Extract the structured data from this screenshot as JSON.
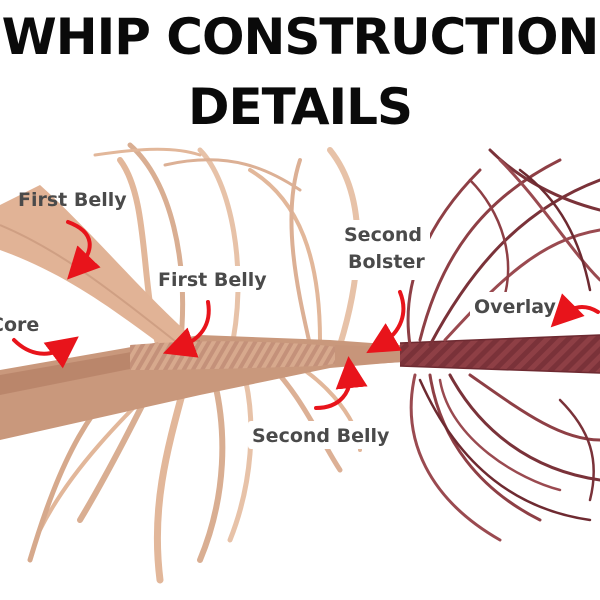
{
  "title": {
    "line1": "WHIP CONSTRUCTION",
    "line2": "DETAILS"
  },
  "labels": {
    "first_belly_top": "First Belly",
    "first_belly_mid": "First Belly",
    "core": "Core",
    "second_bolster_1": "Second",
    "second_bolster_2": "Bolster",
    "overlay": "Overlay",
    "second_belly": "Second Belly"
  },
  "colors": {
    "arrow": "#e8141b",
    "leather_light": "#e2b79a",
    "leather_mid": "#c9987c",
    "leather_dark": "#b07a60",
    "overlay": "#8e3f45",
    "overlay_dark": "#6e2a31"
  }
}
